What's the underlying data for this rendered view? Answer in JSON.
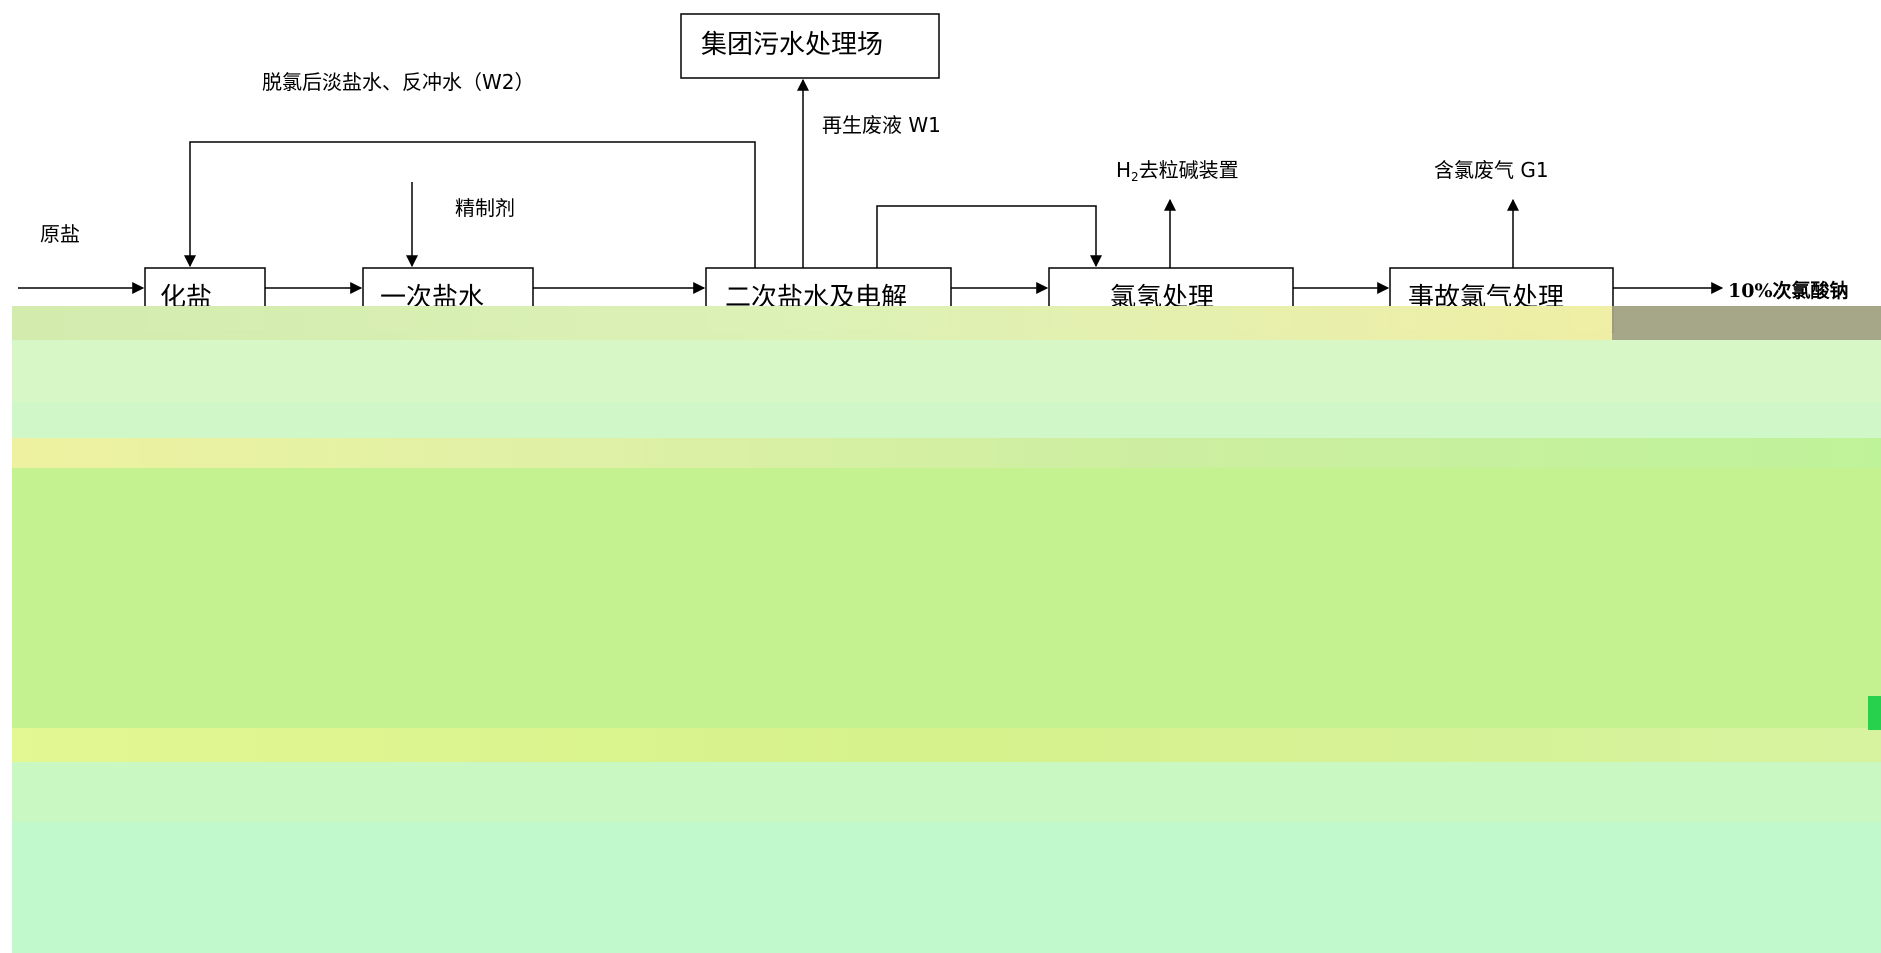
{
  "diagram": {
    "title_box": "集团污水处理场",
    "top_loop_label": "脱氯后淡盐水、反冲水（W2）",
    "wastewater_label": "再生废液 W1",
    "input_label": "原盐",
    "refining_agent_label": "精制剂",
    "h2_label_prefix": "H",
    "h2_label_suffix": "去粒碱装置",
    "offgas_label": "含氯废气 G1",
    "product_label": "10%次氯酸钠",
    "nodes": [
      "化盐",
      "一次盐水",
      "二次盐水及电解",
      "氯氢处理",
      "事故氯气处理"
    ]
  },
  "colors": {
    "line": "#000000",
    "band_olive": "#a6a689",
    "band_green": "#c4f291",
    "band_yellow": "#eef2a0",
    "band_pale": "#d7f7c6"
  }
}
